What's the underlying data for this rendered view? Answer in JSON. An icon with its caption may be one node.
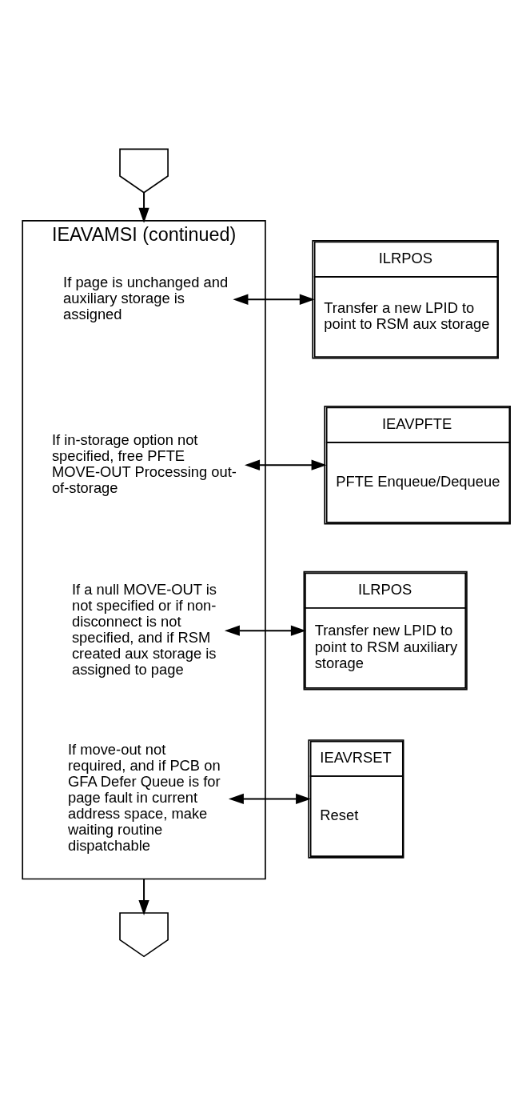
{
  "diagram": {
    "nodes": [
      {
        "text": [],
        "shape": "pentagon"
      },
      {
        "text": [
          "IEAVAMSI (continued)"
        ]
      },
      {
        "text": [
          "If page is unchanged and auxiliary storage is assigned"
        ],
        "in": 1
      },
      {
        "text": [
          "ILRPOS",
          "Transfer a new LPID to point to RSM aux storage"
        ]
      },
      {
        "text": [
          "If in-storage option not specified, free PFTE MOVE-OUT Processing out-of-storage"
        ],
        "in": 1
      },
      {
        "text": [
          "IEAVPFTE",
          "PFTE Enqueue/Dequeue"
        ]
      },
      {
        "text": [
          "If a null MOVE-OUT is not specified or if non-disconnect is not specified, and if RSM created aux storage is assigned to page"
        ],
        "in": 1
      },
      {
        "text": [
          "ILRPOS",
          "Transfer new LPID to point to RSM auxiliary storage"
        ]
      },
      {
        "text": [
          "If move-out not required, and if PCB on GFA Defer Queue is for page fault in current address space, make waiting routine dispatchable"
        ],
        "in": 1
      },
      {
        "text": [
          "IEAVRSET",
          "Reset"
        ]
      },
      {
        "text": [],
        "shape": "pentagon"
      }
    ],
    "edges": [
      {
        "from": 0,
        "to": 1,
        "arrow": "to"
      },
      {
        "from": 2,
        "to": 3,
        "arrow": "both"
      },
      {
        "from": 4,
        "to": 5,
        "arrow": "both"
      },
      {
        "from": 6,
        "to": 7,
        "arrow": "both"
      },
      {
        "from": 8,
        "to": 9,
        "arrow": "both"
      },
      {
        "from": 1,
        "to": 10,
        "arrow": "to"
      }
    ]
  }
}
